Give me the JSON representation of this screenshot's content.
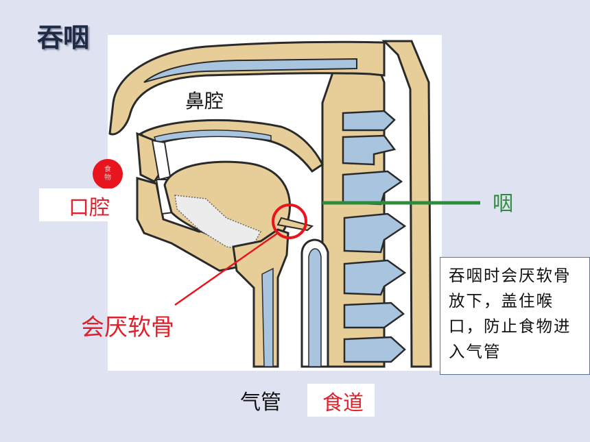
{
  "title": "吞咽",
  "labels": {
    "nasal_cavity": "鼻腔",
    "oral_cavity": "口腔",
    "pharynx": "咽",
    "epiglottis": "会厌软骨",
    "trachea": "气管",
    "esophagus": "食道"
  },
  "food_ball": "食物",
  "note": "吞咽时会厌软骨放下，盖住喉口，防止食物进入气管",
  "colors": {
    "background": "#dfe3f1",
    "bone": "#e7cd98",
    "outline": "#2a2a2a",
    "cavity": "#a9c4df",
    "red_label": "#e0202a",
    "green_pointer": "#2e8b3e"
  }
}
